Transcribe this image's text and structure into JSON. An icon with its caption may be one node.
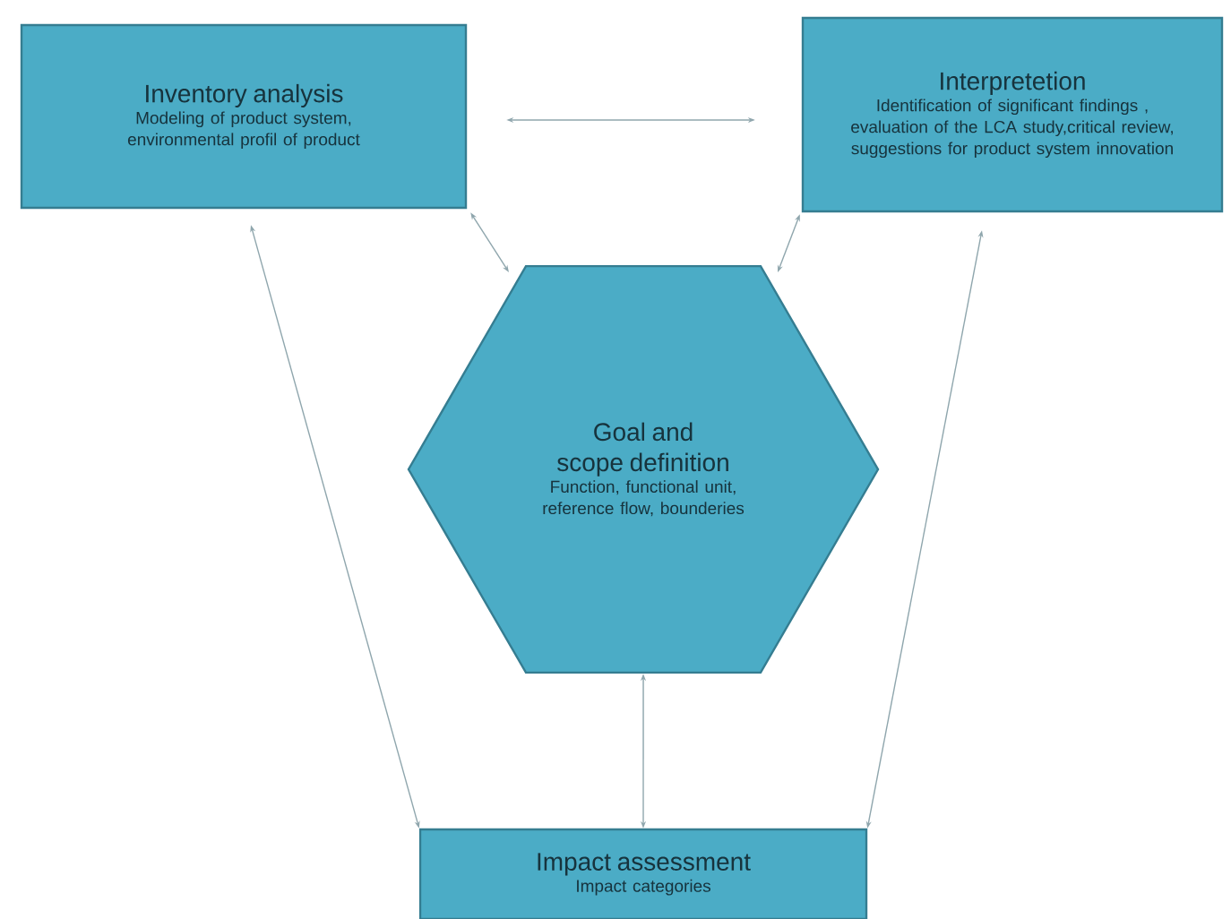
{
  "diagram": {
    "nodes": [
      {
        "text": [
          "Inventory analysis",
          "Modeling of product system, environmental profil of product"
        ]
      },
      {
        "text": [
          "Interpretetion",
          "Identification of significant findings , evaluation of the LCA study,critical review, suggestions for product system innovation"
        ]
      },
      {
        "text": [
          "Goal and scope definition",
          "Function, functional unit, reference flow, bounderies"
        ]
      },
      {
        "text": [
          "Impact assessment",
          "Impact categories"
        ]
      }
    ],
    "edges": [
      {
        "from": 0,
        "to": 1,
        "arrow": "both"
      },
      {
        "from": 0,
        "to": 2,
        "arrow": "both"
      },
      {
        "from": 1,
        "to": 2,
        "arrow": "both"
      },
      {
        "from": 0,
        "to": 3,
        "arrow": "both"
      },
      {
        "from": 1,
        "to": 3,
        "arrow": "both"
      },
      {
        "from": 2,
        "to": 3,
        "arrow": "both"
      }
    ]
  }
}
